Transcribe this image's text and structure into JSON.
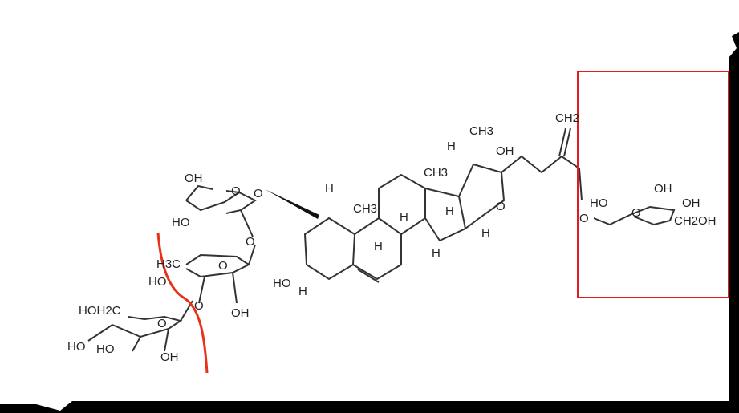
{
  "diagram": {
    "type": "chemical-structure",
    "description": "Furostanol glycoside (steroidal saponin) with trisaccharide chain and terminal glucose at C-26",
    "highlight_color": "#e41a1c",
    "cut_line_color": "#e8321a",
    "background": "#ffffff"
  },
  "labels": {
    "ara_oh_top": "OH",
    "ara_ho": "HO",
    "ara_o_ring": "O",
    "ara_o_link": "O",
    "ara_o_glyco": "O",
    "rha_h3c": "H3C",
    "rha_ho": "HO",
    "rha_o_ring": "O",
    "rha_o_link": "O",
    "rha_oh": "OH",
    "glc1_hoh2c": "HOH2C",
    "glc1_o": "O",
    "glc1_ho1": "HO",
    "glc1_ho2": "HO",
    "glc1_oh": "OH",
    "steroid_h1": "H",
    "steroid_ch3_10": "CH3",
    "steroid_h9": "H",
    "steroid_h8": "H",
    "steroid_ch3_13": "CH3",
    "steroid_h14": "H",
    "steroid_h17": "H",
    "steroid_ho3": "HO",
    "steroid_h3": "H",
    "furan_ch3_20": "CH3",
    "furan_h20": "H",
    "furan_oh22": "OH",
    "furan_o": "O",
    "furan_h16": "H",
    "side_ch2": "CH2",
    "glc2_o_link": "O",
    "glc2_ho": "HO",
    "glc2_o": "O",
    "glc2_oh_top": "OH",
    "glc2_oh": "OH",
    "glc2_ch2oh": "CH2OH"
  }
}
